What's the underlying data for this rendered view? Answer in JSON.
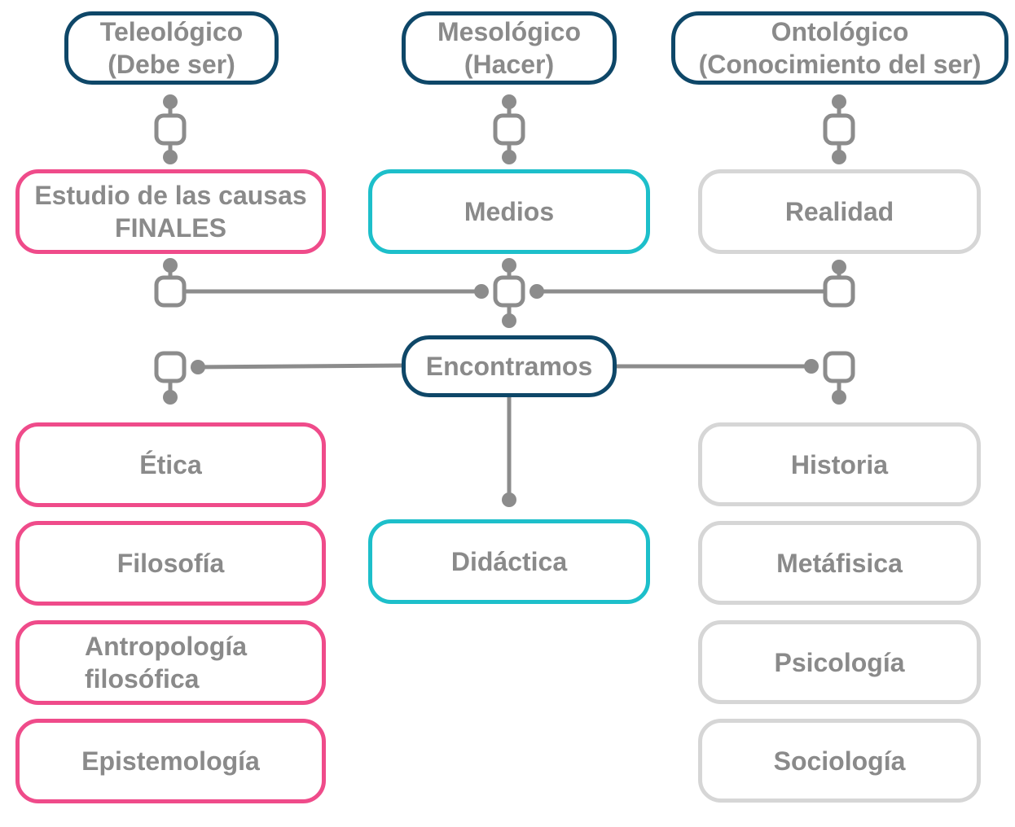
{
  "colors": {
    "navy": "#0e4768",
    "pink": "#ef4b8a",
    "teal": "#1dbfca",
    "light_gray": "#d6d6d6",
    "connector": "#8c8c8c",
    "text": "#8a8a8a"
  },
  "header": {
    "teleologico": {
      "line1": "Teleológico",
      "line2": "(Debe ser)"
    },
    "mesologico": {
      "line1": "Mesológico",
      "line2": "(Hacer)"
    },
    "ontologico": {
      "line1": "Ontológico",
      "line2": "(Conocimiento del ser)"
    }
  },
  "second_row": {
    "estudio": {
      "line1": "Estudio de las causas",
      "line2": "FINALES"
    },
    "medios": "Medios",
    "realidad": "Realidad"
  },
  "center": "Encontramos",
  "left_column": {
    "etica": "Ética",
    "filosofia": "Filosofía",
    "antropologia": {
      "line1": "Antropología",
      "line2": "filosófica"
    },
    "epistemologia": "Epistemología"
  },
  "middle_column": {
    "didactica": "Didáctica"
  },
  "right_column": {
    "historia": "Historia",
    "metafisica": "Metáfisica",
    "psicologia": "Psicología",
    "sociologia": "Sociología"
  }
}
